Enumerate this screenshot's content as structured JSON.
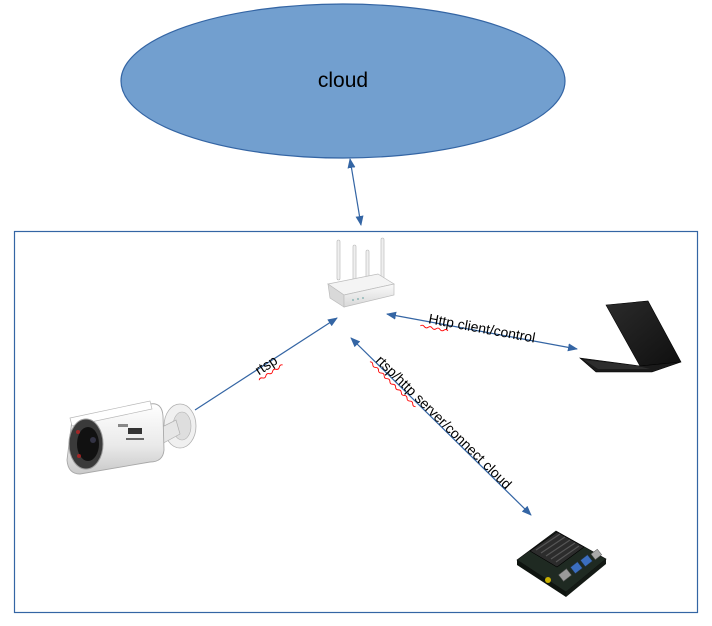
{
  "cloud": {
    "label": "cloud",
    "fill": "#729FCF",
    "stroke": "#3465A4"
  },
  "network_box": {
    "stroke": "#3465A4"
  },
  "links": {
    "camera_router": "rtsp",
    "router_laptop": "Http client/control",
    "router_board": "rtsp/http server/connect cloud"
  },
  "devices": {
    "router": "wifi-router-icon",
    "camera": "ip-camera-icon",
    "laptop": "laptop-icon",
    "board": "dev-board-icon"
  },
  "colors": {
    "arrow": "#3465A4",
    "spellcheck": "#ff0000"
  }
}
